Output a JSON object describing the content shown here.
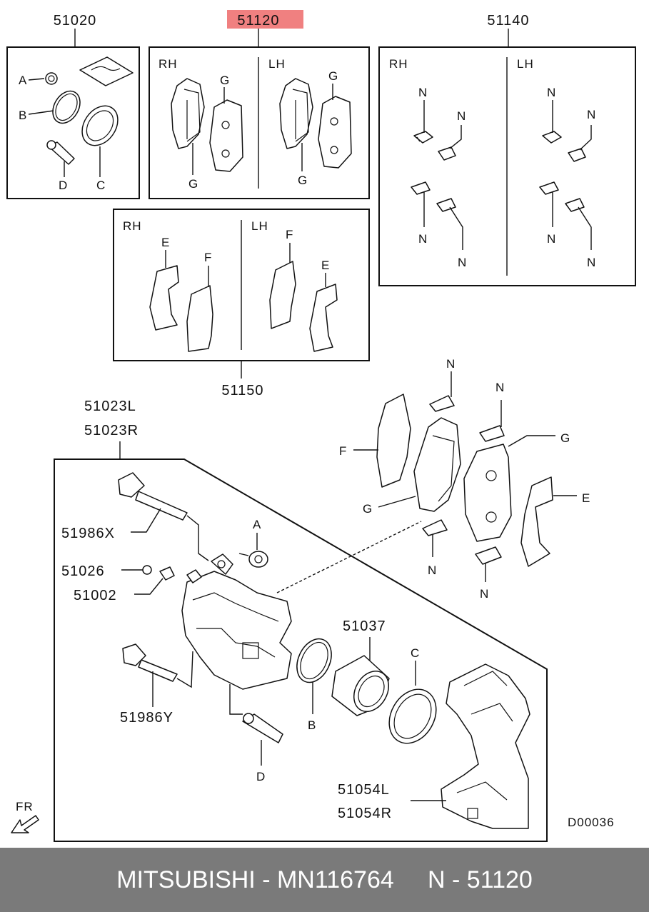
{
  "footer": {
    "text": "MITSUBISHI - MN116764     N - 51120"
  },
  "colors": {
    "highlight": "#f08080",
    "footer_bg": "#7a7a7a",
    "footer_text": "#ffffff",
    "line": "#111111"
  },
  "kits": {
    "seal_kit": {
      "number": "51020",
      "items": [
        "A",
        "B",
        "C",
        "D"
      ]
    },
    "pad_set": {
      "number": "51120",
      "highlighted": true,
      "rh": "RH",
      "lh": "LH",
      "g1": "G",
      "g2": "G",
      "g3": "G",
      "g4": "G"
    },
    "clip_kit": {
      "number": "51140",
      "rh": "RH",
      "lh": "LH",
      "n": "N"
    },
    "shim_kit": {
      "number": "51150",
      "rh": "RH",
      "lh": "LH",
      "e": "E",
      "f": "F"
    }
  },
  "assembly": {
    "caliper_l": "51023L",
    "caliper_r": "51023R",
    "bolt_x": "51986X",
    "bolt_y": "51986Y",
    "cap": "51026",
    "bleeder": "51002",
    "piston": "51037",
    "support_l": "51054L",
    "support_r": "51054R",
    "a": "A",
    "b": "B",
    "c": "C",
    "d": "D",
    "e": "E",
    "f": "F",
    "g": "G",
    "n": "N"
  },
  "front_arrow": "FR",
  "diagram_code": "D00036"
}
